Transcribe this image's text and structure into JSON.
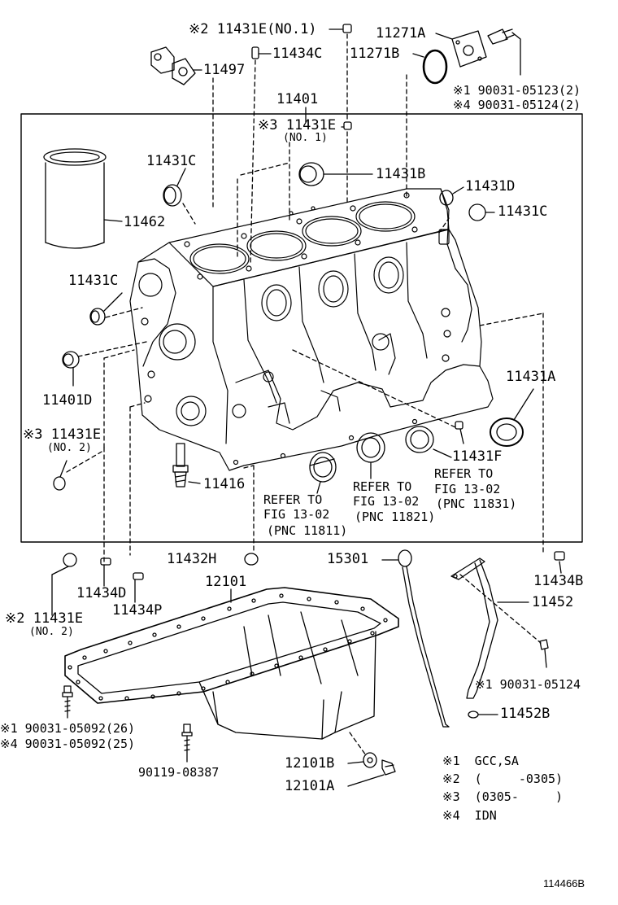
{
  "labels": {
    "p11431E_no1_top": "※2 11431E(NO.1)",
    "p11434C": "11434C",
    "p11271A": "11271A",
    "p11271B": "11271B",
    "p11497": "11497",
    "bolt_1": "※1 90031-05123(2)",
    "bolt_4": "※4 90031-05124(2)",
    "p11401": "11401",
    "p11431E_3": "※3 11431E",
    "no1": "(NO. 1)",
    "p11431C_a": "11431C",
    "p11431B": "11431B",
    "p11431D": "11431D",
    "p11431C_b": "11431C",
    "p11462": "11462",
    "p11431C_c": "11431C",
    "p11401D": "11401D",
    "p11431A": "11431A",
    "p11431E_3b": "※3 11431E",
    "no2": "(NO. 2)",
    "p11431F": "11431F",
    "p11416": "11416",
    "ref1_a": "REFER TO",
    "ref1_b": "FIG 13-02",
    "ref1_c": "(PNC 11811)",
    "ref2_a": "REFER TO",
    "ref2_b": "FIG 13-02",
    "ref2_c": "(PNC 11821)",
    "ref3_a": "REFER TO",
    "ref3_b": "FIG 13-02",
    "ref3_c": "(PNC 11831)",
    "p11432H": "11432H",
    "p15301": "15301",
    "p11434B": "11434B",
    "p11434D": "11434D",
    "p12101": "12101",
    "p11434P": "11434P",
    "p11452": "11452",
    "p11431E_2": "※2 11431E",
    "no2b": "(NO. 2)",
    "p90031_05124": "※1 90031-05124",
    "p11452B": "11452B",
    "pan_1": "※1 90031-05092(26)",
    "pan_4": "※4 90031-05092(25)",
    "p90119": "90119-08387",
    "p12101B": "12101B",
    "p12101A": "12101A",
    "note1": "※1  GCC,SA",
    "note2": "※2  (     -0305)",
    "note3": "※3  (0305-     )",
    "note4": "※4  IDN",
    "fig_id": "114466B"
  }
}
